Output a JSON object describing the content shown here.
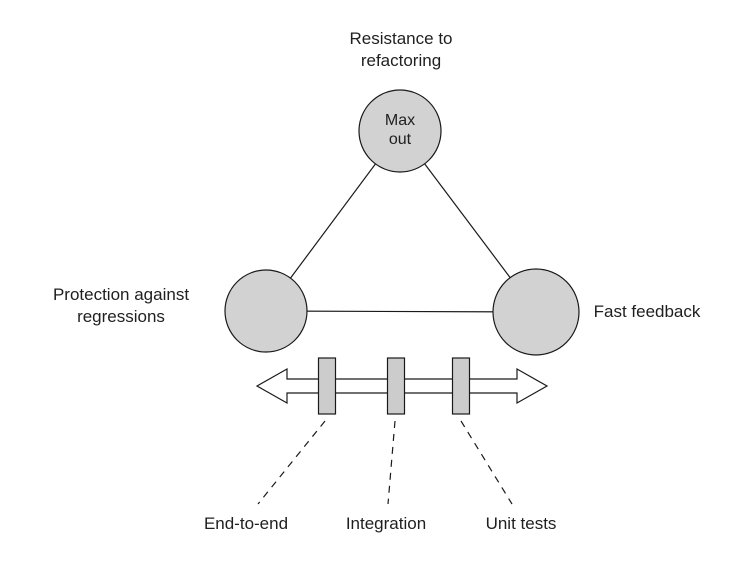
{
  "diagram": {
    "triangle": {
      "top_label": "Resistance to\nrefactoring",
      "top_node_label": "Max\nout",
      "left_label": "Protection against\nregressions",
      "right_label": "Fast feedback"
    },
    "slider": {
      "labels": [
        "End-to-end",
        "Integration",
        "Unit tests"
      ]
    }
  },
  "colors": {
    "node_fill": "#d2d2d2",
    "bar_fill": "#cccccc",
    "stroke": "#1a1a1a",
    "arrow_fill": "#ffffff"
  }
}
